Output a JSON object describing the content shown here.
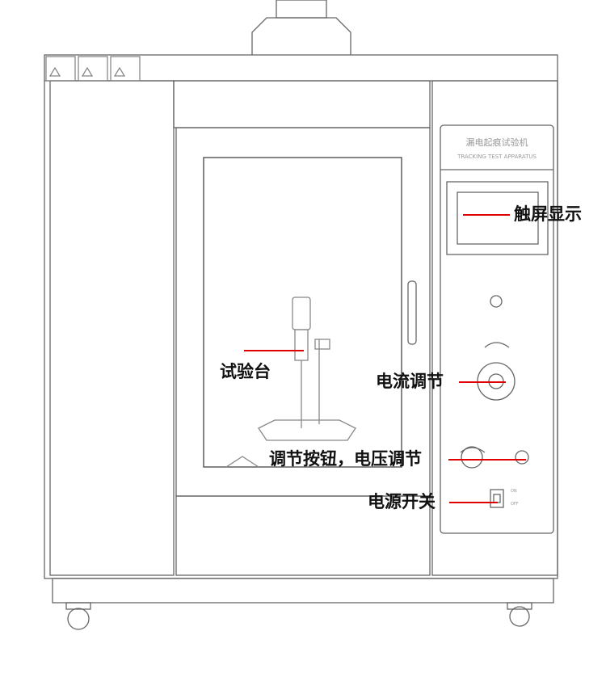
{
  "apparatus": {
    "name_cn": "漏电起痕试验机",
    "name_en": "TRACKING TEST APPARATUS",
    "switch_on": "ON",
    "switch_off": "OFF"
  },
  "callouts": [
    {
      "id": "touch-screen",
      "label": "触屏显示"
    },
    {
      "id": "test-bench",
      "label": "试验台"
    },
    {
      "id": "current-adjust",
      "label": "电流调节"
    },
    {
      "id": "voltage-adjust",
      "label": "调节按钮，电压调节"
    },
    {
      "id": "power-switch",
      "label": "电源开关"
    }
  ],
  "colors": {
    "callout_line": "#e00000",
    "outline": "#555555"
  }
}
